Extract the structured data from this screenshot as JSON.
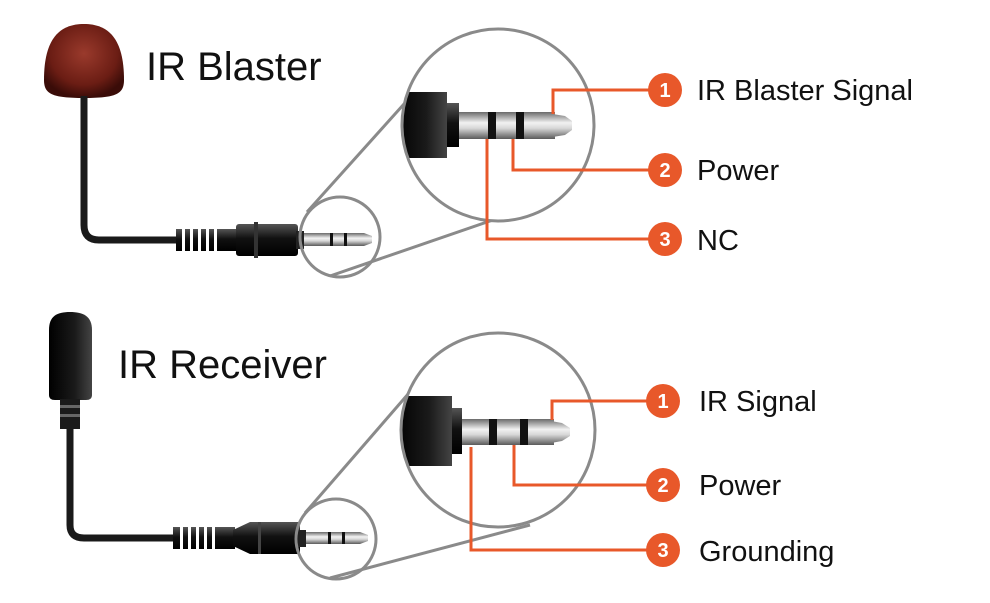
{
  "colors": {
    "accent": "#e8582a",
    "lens": "#8a8a8a",
    "cable": "#1a1a1a"
  },
  "devices": [
    {
      "title": "IR Blaster",
      "head_icon": "ir-blaster-head",
      "pins": [
        {
          "number": "1",
          "label": "IR Blaster Signal"
        },
        {
          "number": "2",
          "label": "Power"
        },
        {
          "number": "3",
          "label": "NC"
        }
      ]
    },
    {
      "title": "IR Receiver",
      "head_icon": "ir-receiver-head",
      "pins": [
        {
          "number": "1",
          "label": "IR Signal"
        },
        {
          "number": "2",
          "label": "Power"
        },
        {
          "number": "3",
          "label": "Grounding"
        }
      ]
    }
  ]
}
